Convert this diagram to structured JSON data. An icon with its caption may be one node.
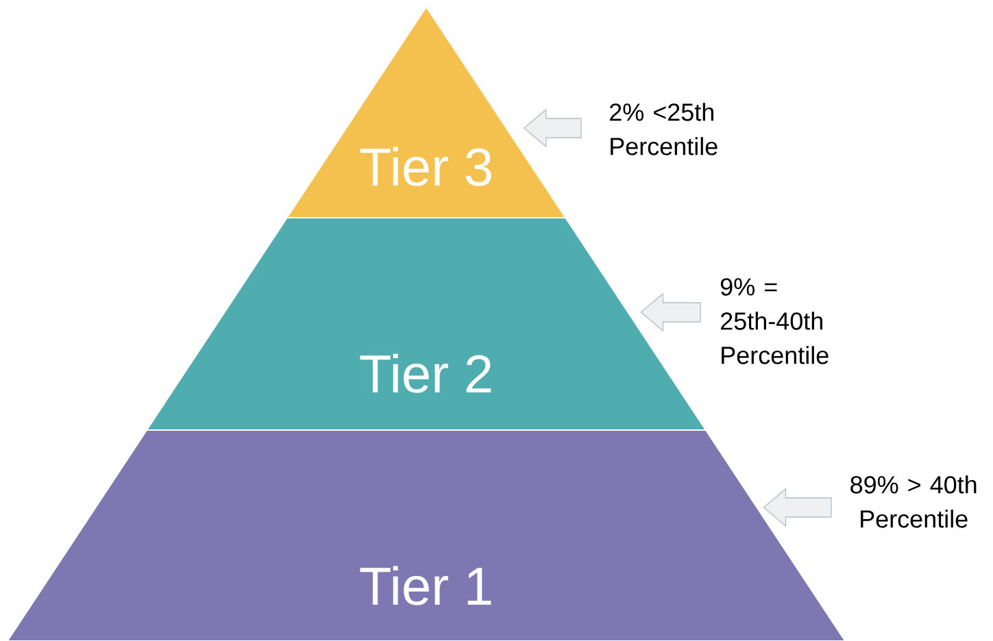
{
  "diagram": {
    "nodes": [
      {
        "text": [
          "Tier 3"
        ]
      },
      {
        "text": [
          "Tier 2"
        ]
      },
      {
        "text": [
          "Tier 1"
        ]
      },
      {
        "text": [
          "2% <25th Percentile"
        ]
      },
      {
        "text": [
          "9% = 25th-40th Percentile"
        ]
      },
      {
        "text": [
          "89% > 40th Percentile"
        ]
      }
    ],
    "edges": [
      {
        "from": 3,
        "to": 0,
        "arrow": "to"
      },
      {
        "from": 4,
        "to": 1,
        "arrow": "to"
      },
      {
        "from": 5,
        "to": 2,
        "arrow": "to"
      }
    ]
  }
}
